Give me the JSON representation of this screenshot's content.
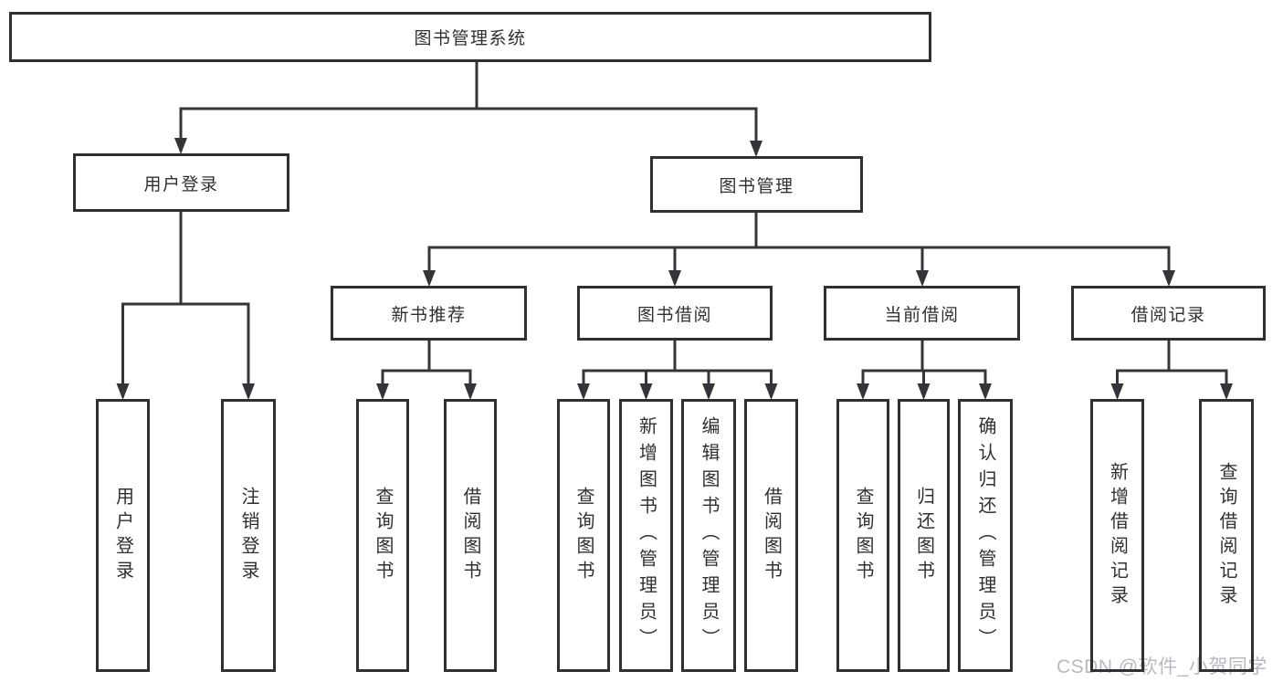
{
  "diagram": {
    "root": "图书管理系统",
    "branches": [
      {
        "label": "用户登录",
        "children": [
          "用户登录",
          "注销登录"
        ]
      },
      {
        "label": "图书管理",
        "children": [
          {
            "label": "新书推荐",
            "children": [
              "查询图书",
              "借阅图书"
            ]
          },
          {
            "label": "图书借阅",
            "children": [
              "查询图书",
              "新增图书（管理员）",
              "编辑图书（管理员）",
              "借阅图书"
            ]
          },
          {
            "label": "当前借阅",
            "children": [
              "查询图书",
              "归还图书",
              "确认归还（管理员）"
            ]
          },
          {
            "label": "借阅记录",
            "children": [
              "新增借阅记录",
              "查询借阅记录"
            ]
          }
        ]
      }
    ],
    "line_color": "#333539",
    "border_color": "#2e3033",
    "background_color": "#ffffff"
  },
  "watermark": {
    "text": "CSDN @软件_小贺同学",
    "color": "#b9b9bf"
  }
}
